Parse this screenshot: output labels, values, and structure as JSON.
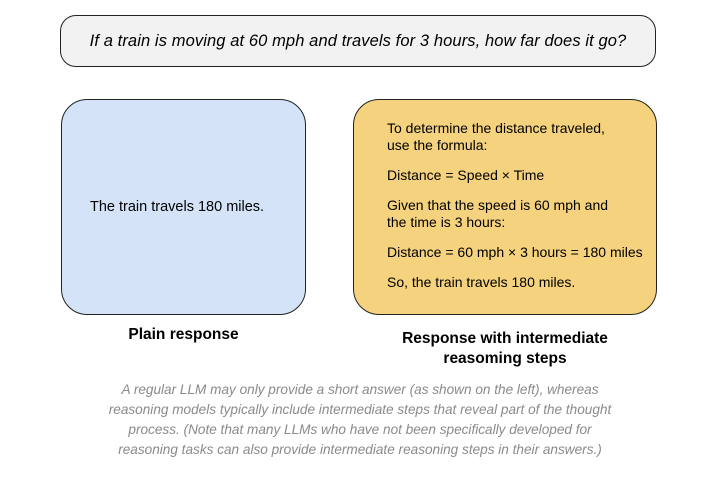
{
  "question": "If a train is moving at 60 mph and travels for 3 hours, how far does it go?",
  "plain_panel": {
    "answer": "The train travels 180 miles.",
    "caption": "Plain response"
  },
  "reasoning_panel": {
    "steps": [
      "To determine the distance traveled,\nuse the formula:",
      "Distance = Speed × Time",
      "Given that the speed is 60 mph and\nthe time is 3 hours:",
      "Distance = 60 mph × 3 hours = 180 miles",
      "So, the train travels 180 miles."
    ],
    "caption": "Response with intermediate reasoming steps"
  },
  "footnote": "A regular LLM may only provide a short answer (as shown on the left), whereas reasoning models typically include intermediate steps that reveal part of the thought process. (Note that many LLMs who have not been specifically developed for reasoning tasks can also provide intermediate reasoning steps in their answers.)",
  "colors": {
    "plain_panel_bg": "#d4e3f8",
    "reasoning_panel_bg": "#f5d27e",
    "question_bg": "#f2f2f2",
    "footnote_text": "#8a8a8a"
  }
}
